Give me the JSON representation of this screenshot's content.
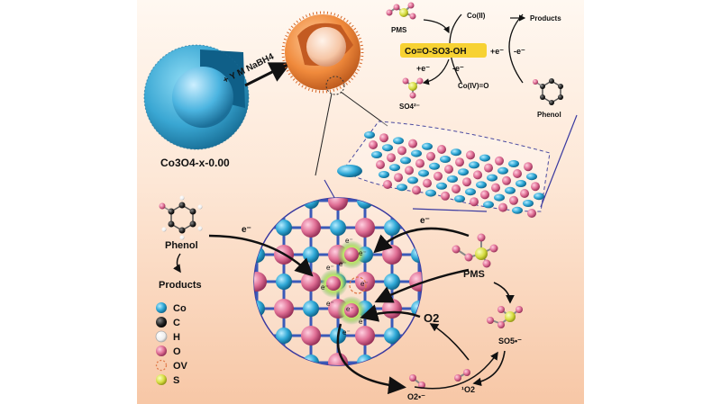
{
  "figure": {
    "left_sphere_label": "Co3O4-x-0.00",
    "reduction_arrow_label": "+ Y M NaBH4",
    "cycle": {
      "pms": "PMS",
      "co2": "Co(II)",
      "products": "Products",
      "intermediate": "Co=O-SO3-OH",
      "plus_e": "+e⁻",
      "minus_e": "-e⁻",
      "plus_e_right": "+e⁻",
      "minus_e_right": "-e⁻",
      "co4": "Co(IV)=O",
      "so4": "SO4²⁻",
      "phenol": "Phenol"
    },
    "lower": {
      "phenol": "Phenol",
      "products": "Products",
      "e_left": "e⁻",
      "e_right": "e⁻",
      "pms": "PMS",
      "so5": "SO5•⁻",
      "o2": "O2",
      "singlet_o2": "¹O2",
      "superoxide": "O2•⁻"
    },
    "legend": [
      {
        "label": "Co",
        "color": "#2fa8d6"
      },
      {
        "label": "C",
        "color": "#222222"
      },
      {
        "label": "H",
        "color": "#f4f4f4"
      },
      {
        "label": "O",
        "color": "#e06f95"
      },
      {
        "label": "OV",
        "color": "#e07a4a"
      },
      {
        "label": "S",
        "color": "#d5dc40"
      }
    ]
  }
}
